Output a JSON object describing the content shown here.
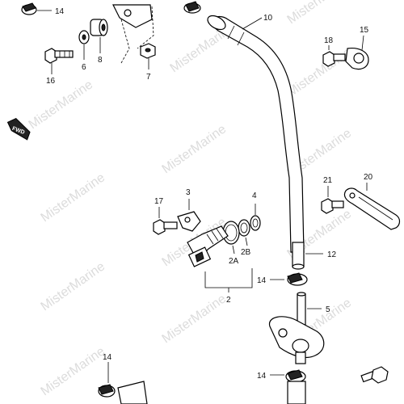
{
  "watermark": "MisterMarine",
  "direction_label": "FWD",
  "callouts": {
    "c14_top": "14",
    "c10": "10",
    "c8": "8",
    "c6": "6",
    "c16": "16",
    "c7": "7",
    "c18": "18",
    "c15": "15",
    "c17": "17",
    "c3": "3",
    "c4": "4",
    "c21": "21",
    "c20": "20",
    "c2A": "2A",
    "c2B": "2B",
    "c2": "2",
    "c12": "12",
    "c14_mid": "14",
    "c5": "5",
    "c14_lowleft": "14",
    "c14_bottom": "14"
  }
}
